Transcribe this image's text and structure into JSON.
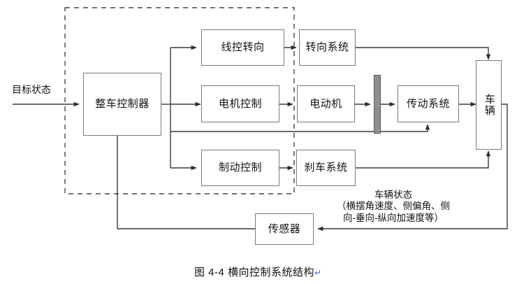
{
  "figure": {
    "caption": "图 4-4 横向控制系统结构",
    "caption_mark": "↵",
    "title_inline": "横向控制系统结构"
  },
  "inputs": {
    "target_state_label": "目标状态"
  },
  "nodes": {
    "vehicle_controller": "整车控制器",
    "steer_by_wire": "线控转向",
    "motor_control": "电机控制",
    "brake_control": "制动控制",
    "steering_system": "转向系统",
    "motor": "电动机",
    "transmission": "传动系统",
    "brake_system": "刹车系统",
    "vehicle": "车辆",
    "sensor": "传感器"
  },
  "annotation": {
    "line1": "车辆状态",
    "line2": "（横摆角速度、侧偏角、侧",
    "line3": "向-垂向-纵向加速度等）"
  },
  "style": {
    "box_border": "#7a7a7a",
    "line_color": "#3a3a3a",
    "dashed_boundary": "#444444",
    "clutch_fill": "#8f8f8f",
    "background": "#ffffff",
    "pilcrow_color": "#3a6fd8"
  }
}
